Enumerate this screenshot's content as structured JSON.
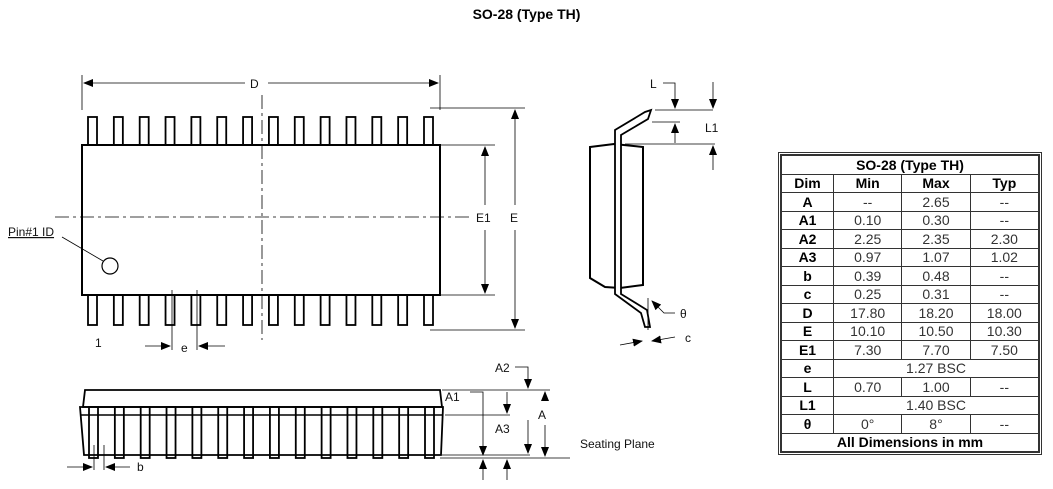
{
  "title": "SO-28 (Type TH)",
  "labels": {
    "D": "D",
    "E": "E",
    "E1": "E1",
    "pin1_id": "Pin#1 ID",
    "pin1": "1",
    "e": "e",
    "L": "L",
    "L1": "L1",
    "theta": "θ",
    "c": "c",
    "A": "A",
    "A1": "A1",
    "A2": "A2",
    "A3": "A3",
    "b": "b",
    "seating_plane": "Seating Plane"
  },
  "pin_count_per_side": 14,
  "table": {
    "title": "SO-28 (Type TH)",
    "headers": [
      "Dim",
      "Min",
      "Max",
      "Typ"
    ],
    "rows": [
      [
        "A",
        "--",
        "2.65",
        "--"
      ],
      [
        "A1",
        "0.10",
        "0.30",
        "--"
      ],
      [
        "A2",
        "2.25",
        "2.35",
        "2.30"
      ],
      [
        "A3",
        "0.97",
        "1.07",
        "1.02"
      ],
      [
        "b",
        "0.39",
        "0.48",
        "--"
      ],
      [
        "c",
        "0.25",
        "0.31",
        "--"
      ],
      [
        "D",
        "17.80",
        "18.20",
        "18.00"
      ],
      [
        "E",
        "10.10",
        "10.50",
        "10.30"
      ],
      [
        "E1",
        "7.30",
        "7.70",
        "7.50"
      ],
      [
        "e",
        "1.27 BSC"
      ],
      [
        "L",
        "0.70",
        "1.00",
        "--"
      ],
      [
        "L1",
        "1.40 BSC"
      ],
      [
        "θ",
        "0°",
        "8°",
        "--"
      ]
    ],
    "footer": "All Dimensions in mm"
  }
}
